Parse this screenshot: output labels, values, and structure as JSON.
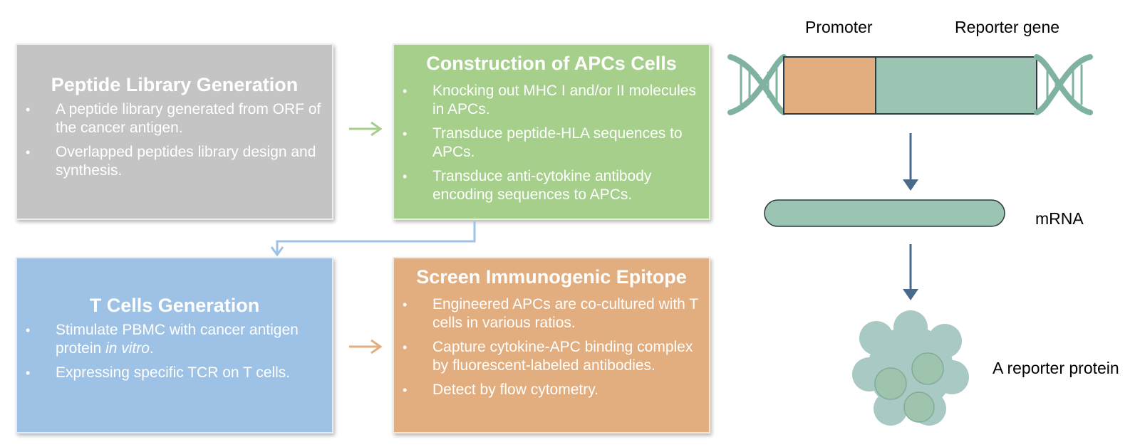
{
  "boxes": {
    "peptide": {
      "title": "Peptide Library Generation",
      "bullets": [
        "A peptide library generated from ORF of the cancer antigen.",
        "Overlapped peptides library design and synthesis."
      ],
      "color": "#c4c4c4"
    },
    "apc": {
      "title": "Construction of APCs Cells",
      "bullets": [
        "Knocking out MHC I and/or II molecules in APCs.",
        "Transduce peptide-HLA sequences to APCs.",
        "Transduce anti-cytokine antibody encoding sequences to APCs."
      ],
      "color": "#a5cf8b"
    },
    "tcell": {
      "title": "T Cells Generation",
      "bullets": [
        "Stimulate PBMC with cancer antigen protein",
        "in vitro",
        ".",
        "Expressing specific TCR on T cells."
      ],
      "color": "#9ec2e6"
    },
    "screen": {
      "title": "Screen Immunogenic Epitope",
      "bullets": [
        "Engineered APCs are co-cultured with T cells in various ratios.",
        "Capture cytokine-APC binding complex by fluorescent-labeled antibodies.",
        "Detect by flow cytometry."
      ],
      "color": "#e2ae7f"
    }
  },
  "reporter": {
    "promoter_label": "Promoter",
    "reporter_gene_label": "Reporter gene",
    "mrna_label": "mRNA",
    "protein_label": "A reporter protein",
    "promoter_color": "#e2ae7f",
    "gene_color": "#9bc4b2",
    "arrow_color": "#4a6a8a"
  },
  "arrow_colors": {
    "green": "#a5cf8b",
    "blue": "#9ec2e6",
    "orange": "#e2ae7f"
  }
}
